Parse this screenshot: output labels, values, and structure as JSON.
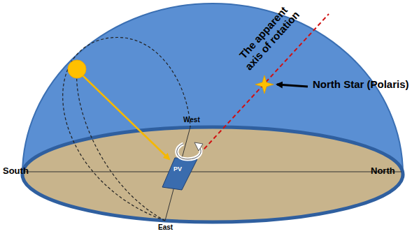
{
  "diagram": {
    "labels": [
      "South",
      "North",
      "West",
      "East",
      "PV",
      "The apparent axis of rotation",
      "North Star (Polaris)"
    ]
  }
}
